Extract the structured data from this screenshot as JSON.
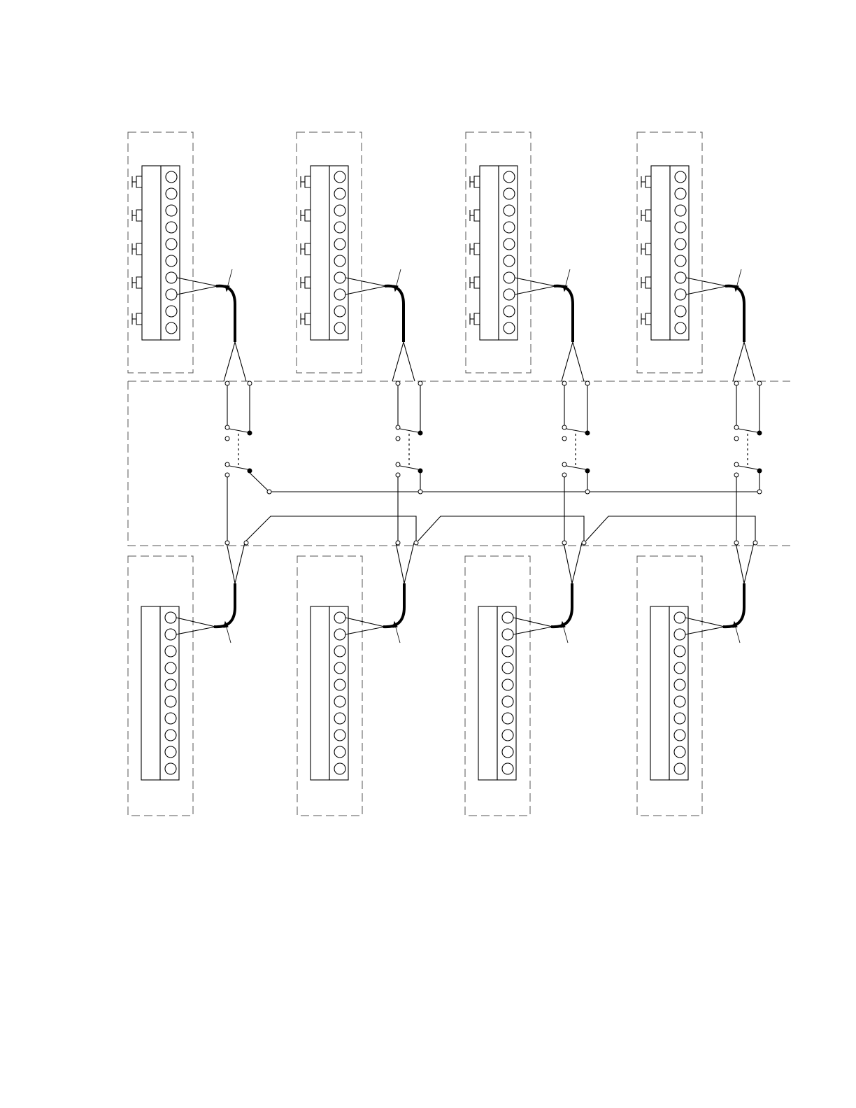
{
  "diagram": {
    "type": "wiring-schematic",
    "upper_units": 4,
    "lower_units": 4,
    "terminals_per_strip": 10,
    "pushbuttons_per_upper_unit": 5,
    "text_labels": []
  },
  "colors": {
    "line": "#000000",
    "dashed_boundary": "#555555",
    "background": "#ffffff"
  }
}
